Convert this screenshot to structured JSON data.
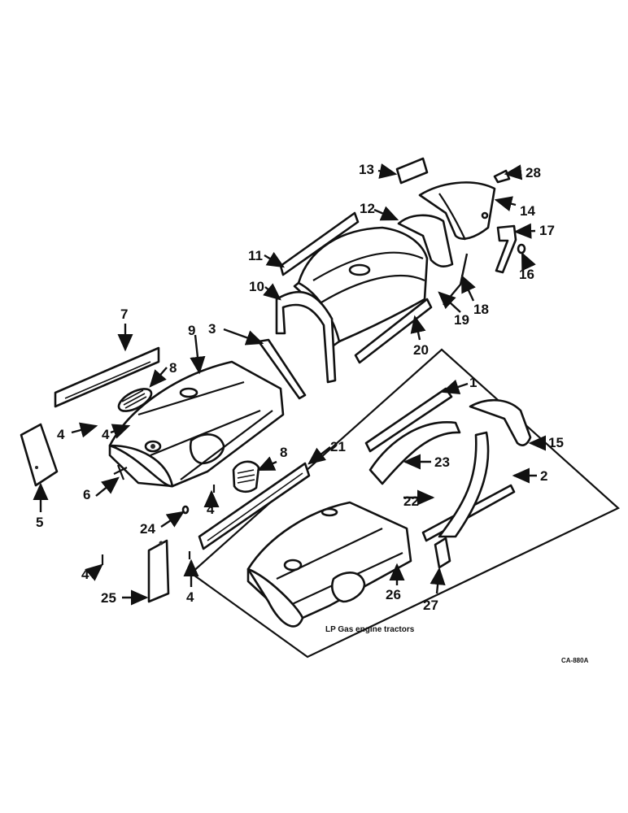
{
  "diagram": {
    "callouts": [
      "1",
      "2",
      "3",
      "4",
      "4",
      "4",
      "4",
      "4",
      "5",
      "6",
      "7",
      "8",
      "8",
      "9",
      "10",
      "11",
      "12",
      "13",
      "14",
      "15",
      "16",
      "17",
      "18",
      "19",
      "20",
      "21",
      "22",
      "23",
      "24",
      "25",
      "26",
      "27",
      "28"
    ],
    "inset_caption": "LP Gas engine tractors",
    "figure_code": "CA-880A"
  }
}
